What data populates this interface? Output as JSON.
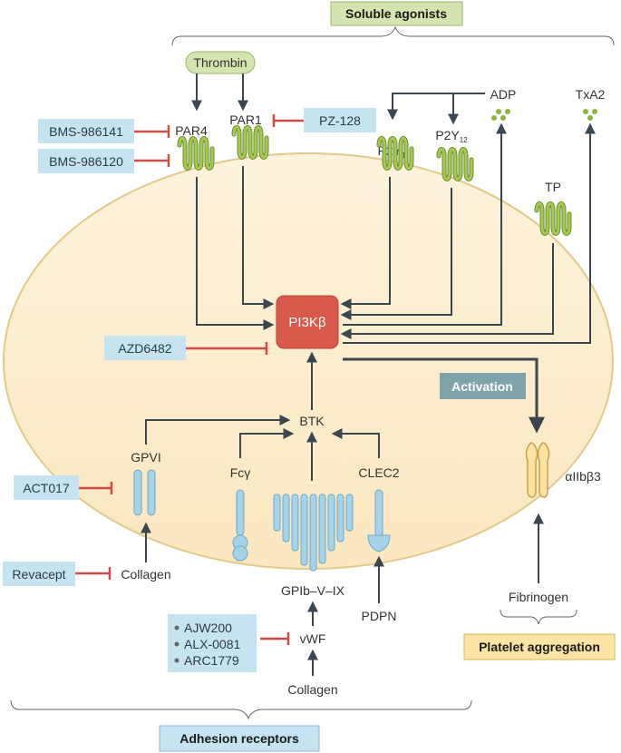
{
  "headers": {
    "soluble_agonists": "Soluble agonists",
    "adhesion_receptors": "Adhesion receptors",
    "platelet_aggregation": "Platelet aggregation",
    "activation": "Activation"
  },
  "agonists": {
    "thrombin": "Thrombin",
    "adp": "ADP",
    "txa2": "TxA2",
    "collagen_gpvi": "Collagen",
    "collagen_vwf": "Collagen",
    "vwf": "vWF",
    "pdpn": "PDPN",
    "fibrinogen": "Fibrinogen"
  },
  "receptors": {
    "par4": "PAR4",
    "par1": "PAR1",
    "p2y1_main": "P2Y",
    "p2y1_sub": "1",
    "p2y12_main": "P2Y",
    "p2y12_sub": "12",
    "tp": "TP",
    "gpvi": "GPVI",
    "fcg": "Fcγ",
    "clec2": "CLEC2",
    "gpib": "GPIb–V–IX",
    "integrin": "αIIbβ3"
  },
  "signaling": {
    "pi3kb": "PI3Kβ",
    "btk": "BTK"
  },
  "inhibitors": {
    "bms986141": "BMS-986141",
    "bms986120": "BMS-986120",
    "pz128": "PZ-128",
    "azd6482": "AZD6482",
    "act017": "ACT017",
    "revacept": "Revacept",
    "vwf_list": [
      "AJW200",
      "ALX-0081",
      "ARC1779"
    ]
  },
  "colors": {
    "cell_fill": "#fdf0d4",
    "cell_stroke": "#e2c98a",
    "receptor_green": "#8db53c",
    "receptor_blue": "#a6d3e8",
    "pi3k_red": "#d95a4a",
    "inhibitor_box": "#c6e3f2",
    "arrow": "#3c4650",
    "inhibit_red": "#cf4b45",
    "thrombin_box": "#d4e5b0",
    "soluble_box": "#d4e5b0",
    "activation_box": "#7fa3ab",
    "aggregation_box": "#fde4a4",
    "adhesion_box": "#c6e3f2"
  }
}
